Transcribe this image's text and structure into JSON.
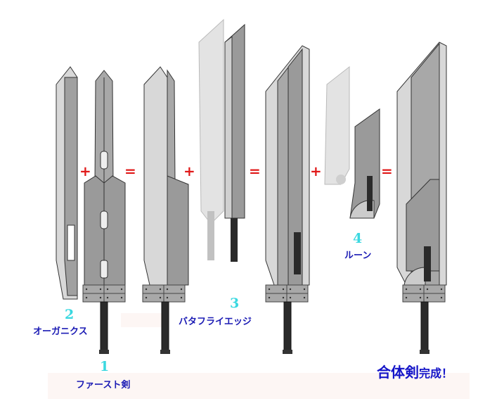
{
  "parts": [
    {
      "number": "2",
      "name": "オーガニクス"
    },
    {
      "number": "1",
      "name": "ファースト剣"
    },
    {
      "number": "3",
      "name": "バタフライエッジ"
    },
    {
      "number": "4",
      "name": "ルーン"
    }
  ],
  "operators": {
    "plus": "+",
    "equals": "="
  },
  "result": {
    "main": "合体剣",
    "suffix": "完成！"
  },
  "colors": {
    "operator": "#e01818",
    "label": "#1a1ab4",
    "number": "#3ad8e0",
    "blade": "#9a9a9a",
    "edge": "#dcdcdc",
    "handle": "#2a2a2a"
  }
}
